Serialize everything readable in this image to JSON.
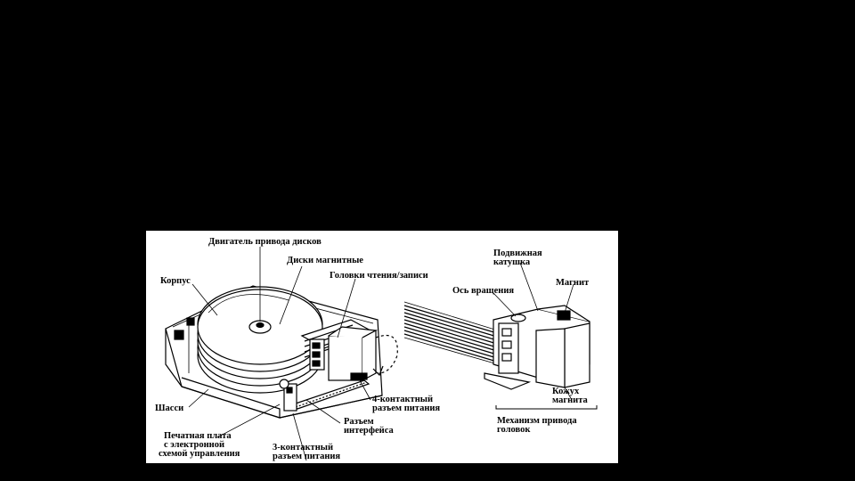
{
  "diagram": {
    "labels": {
      "motor": "Двигатель привода дисков",
      "disks": "Диски магнитные",
      "heads": "Головки чтения/записи",
      "case": "Корпус",
      "chassis": "Шасси",
      "pcb_line1": "Печатная плата",
      "pcb_line2": "с электронной",
      "pcb_line3": "схемой управления",
      "conn3_line1": "3-контактный",
      "conn3_line2": "разъем питания",
      "iface_line1": "Разъем",
      "iface_line2": "интерфейса",
      "conn4_line1": "4-контактный",
      "conn4_line2": "разъем питания",
      "coil_line1": "Подвижная",
      "coil_line2": "катушка",
      "magnet": "Магнит",
      "axis": "Ось вращения",
      "magnet_cover_line1": "Кожух",
      "magnet_cover_line2": "магнита",
      "actuator_line1": "Механизм привода",
      "actuator_line2": "головок"
    }
  }
}
